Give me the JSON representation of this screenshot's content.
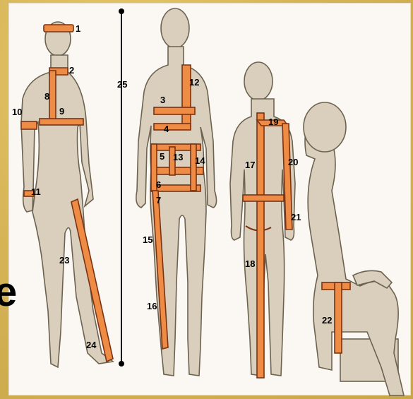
{
  "labels": {
    "n1": "1",
    "n2": "2",
    "n3": "3",
    "n4": "4",
    "n5": "5",
    "n6": "6",
    "n7": "7",
    "n8": "8",
    "n9": "9",
    "n10": "10",
    "n11": "11",
    "n12": "12",
    "n13": "13",
    "n14": "14",
    "n15": "15",
    "n16": "16",
    "n17": "17",
    "n18": "18",
    "n19": "19",
    "n20": "20",
    "n21": "21",
    "n22": "22",
    "n23": "23",
    "n24": "24",
    "n25": "25"
  },
  "edge_glyph": "e",
  "colors": {
    "tape": "#ee8b45",
    "figure": "#d9cfbc",
    "frame": "#d8b75a"
  }
}
